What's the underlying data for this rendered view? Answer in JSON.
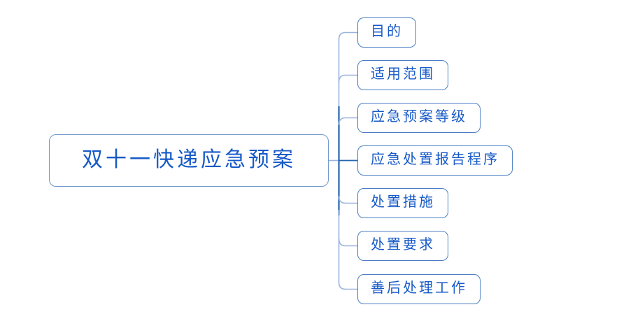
{
  "mindmap": {
    "root": {
      "label": "双十一快递应急预案"
    },
    "branches": [
      {
        "label": "目的"
      },
      {
        "label": "适用范围"
      },
      {
        "label": "应急预案等级"
      },
      {
        "label": "应急处置报告程序"
      },
      {
        "label": "处置措施"
      },
      {
        "label": "处置要求"
      },
      {
        "label": "善后处理工作"
      }
    ],
    "colors": {
      "text": "#1659c7",
      "node_border": "#4b7ec5",
      "root_border": "#6f96cc",
      "connector_light": "#9ab4de",
      "connector_dark": "#2565ae"
    }
  }
}
